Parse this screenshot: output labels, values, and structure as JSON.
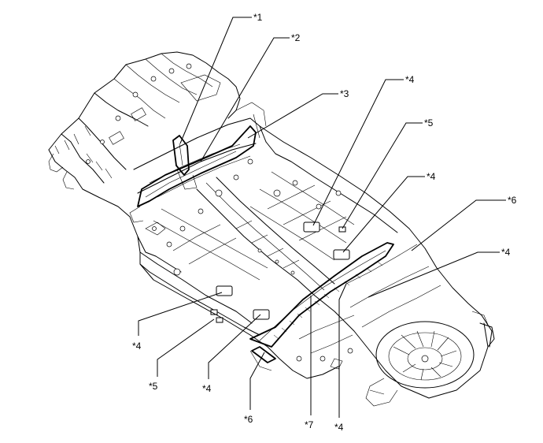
{
  "callouts": [
    {
      "id": "c1",
      "text": "*1"
    },
    {
      "id": "c2",
      "text": "*2"
    },
    {
      "id": "c3",
      "text": "*3"
    },
    {
      "id": "c4a",
      "text": "*4"
    },
    {
      "id": "c5a",
      "text": "*5"
    },
    {
      "id": "c4b",
      "text": "*4"
    },
    {
      "id": "c6a",
      "text": "*6"
    },
    {
      "id": "c4c",
      "text": "*4"
    },
    {
      "id": "c4d",
      "text": "*4"
    },
    {
      "id": "c5b",
      "text": "*5"
    },
    {
      "id": "c4e",
      "text": "*4"
    },
    {
      "id": "c6b",
      "text": "*6"
    },
    {
      "id": "c7",
      "text": "*7"
    },
    {
      "id": "c4f",
      "text": "*4"
    }
  ]
}
